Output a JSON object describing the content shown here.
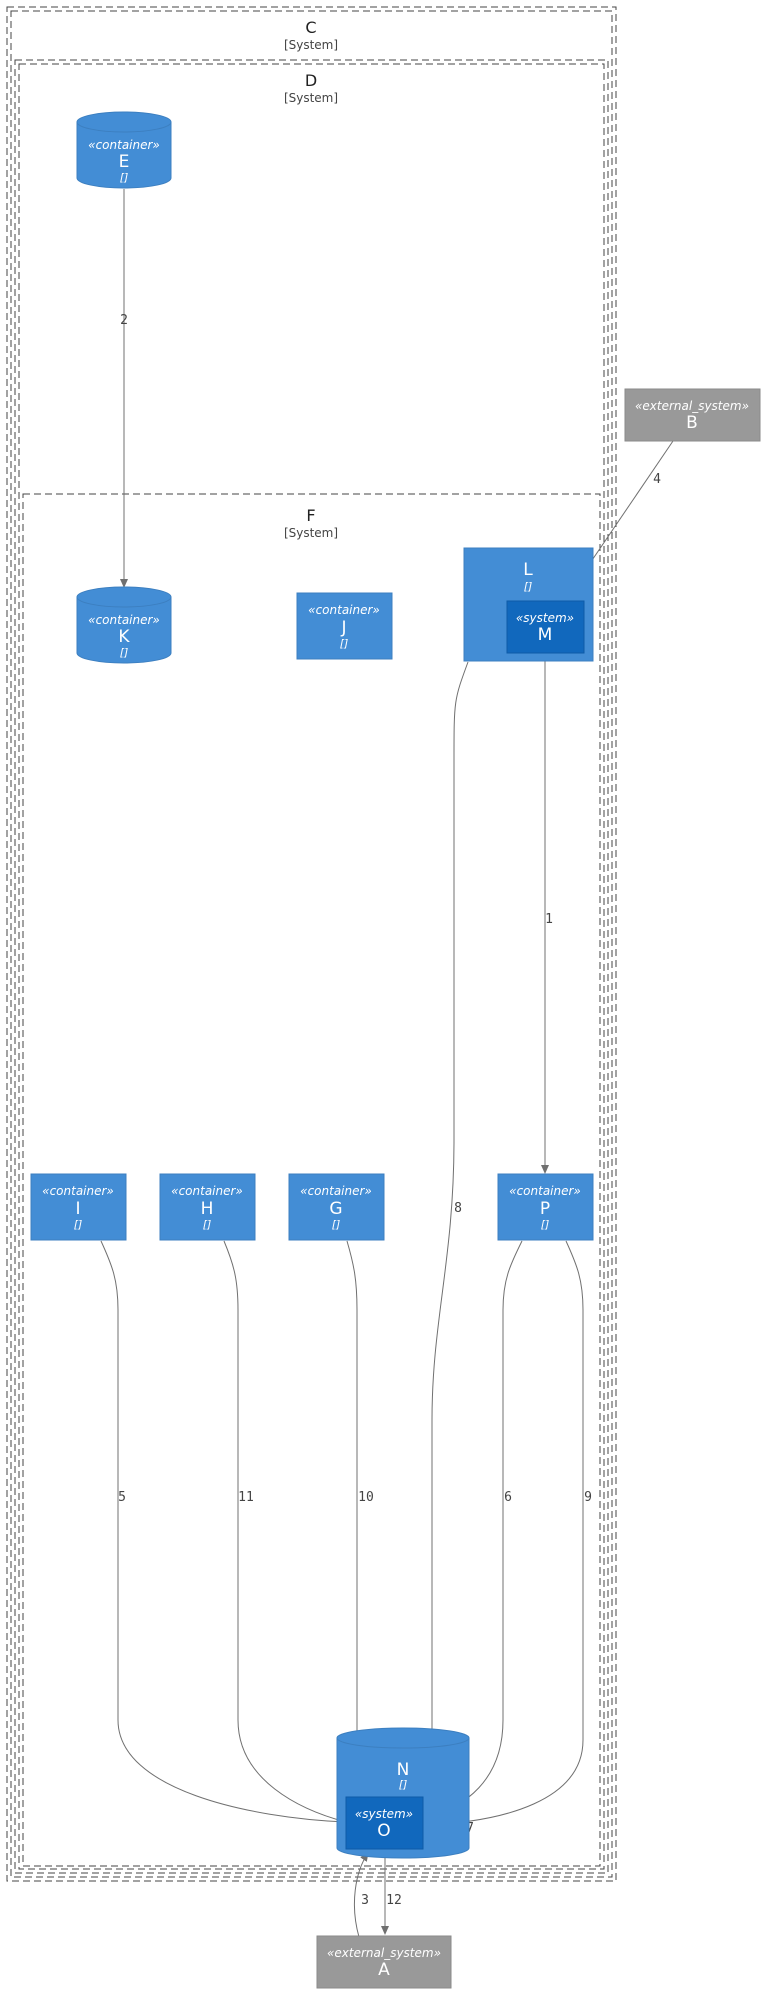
{
  "colors": {
    "container": "#438dd5",
    "container_stroke": "#3c7fc0",
    "system": "#1168bd",
    "system_stroke": "#0e5aa7",
    "external": "#999999",
    "external_stroke": "#8a8a8a",
    "edge": "#707070"
  },
  "boundaries": {
    "C": {
      "name": "C",
      "type": "[System]"
    },
    "D": {
      "name": "D",
      "type": "[System]"
    },
    "F": {
      "name": "F",
      "type": "[System]"
    }
  },
  "nodes": {
    "E": {
      "stereotype": "«container»",
      "name": "E",
      "tech": "[]"
    },
    "K": {
      "stereotype": "«container»",
      "name": "K",
      "tech": "[]"
    },
    "J": {
      "stereotype": "«container»",
      "name": "J",
      "tech": "[]"
    },
    "L": {
      "name": "L",
      "tech": "[]"
    },
    "M": {
      "stereotype": "«system»",
      "name": "M"
    },
    "B": {
      "stereotype": "«external_system»",
      "name": "B"
    },
    "I": {
      "stereotype": "«container»",
      "name": "I",
      "tech": "[]"
    },
    "H": {
      "stereotype": "«container»",
      "name": "H",
      "tech": "[]"
    },
    "G": {
      "stereotype": "«container»",
      "name": "G",
      "tech": "[]"
    },
    "P": {
      "stereotype": "«container»",
      "name": "P",
      "tech": "[]"
    },
    "N": {
      "name": "N",
      "tech": "[]"
    },
    "O": {
      "stereotype": "«system»",
      "name": "O"
    },
    "A": {
      "stereotype": "«external_system»",
      "name": "A"
    }
  },
  "edges": {
    "e1": "1",
    "e2": "2",
    "e3": "3",
    "e4": "4",
    "e5": "5",
    "e6": "6",
    "e7": "7",
    "e8": "8",
    "e9": "9",
    "e10": "10",
    "e11": "11",
    "e12": "12"
  }
}
